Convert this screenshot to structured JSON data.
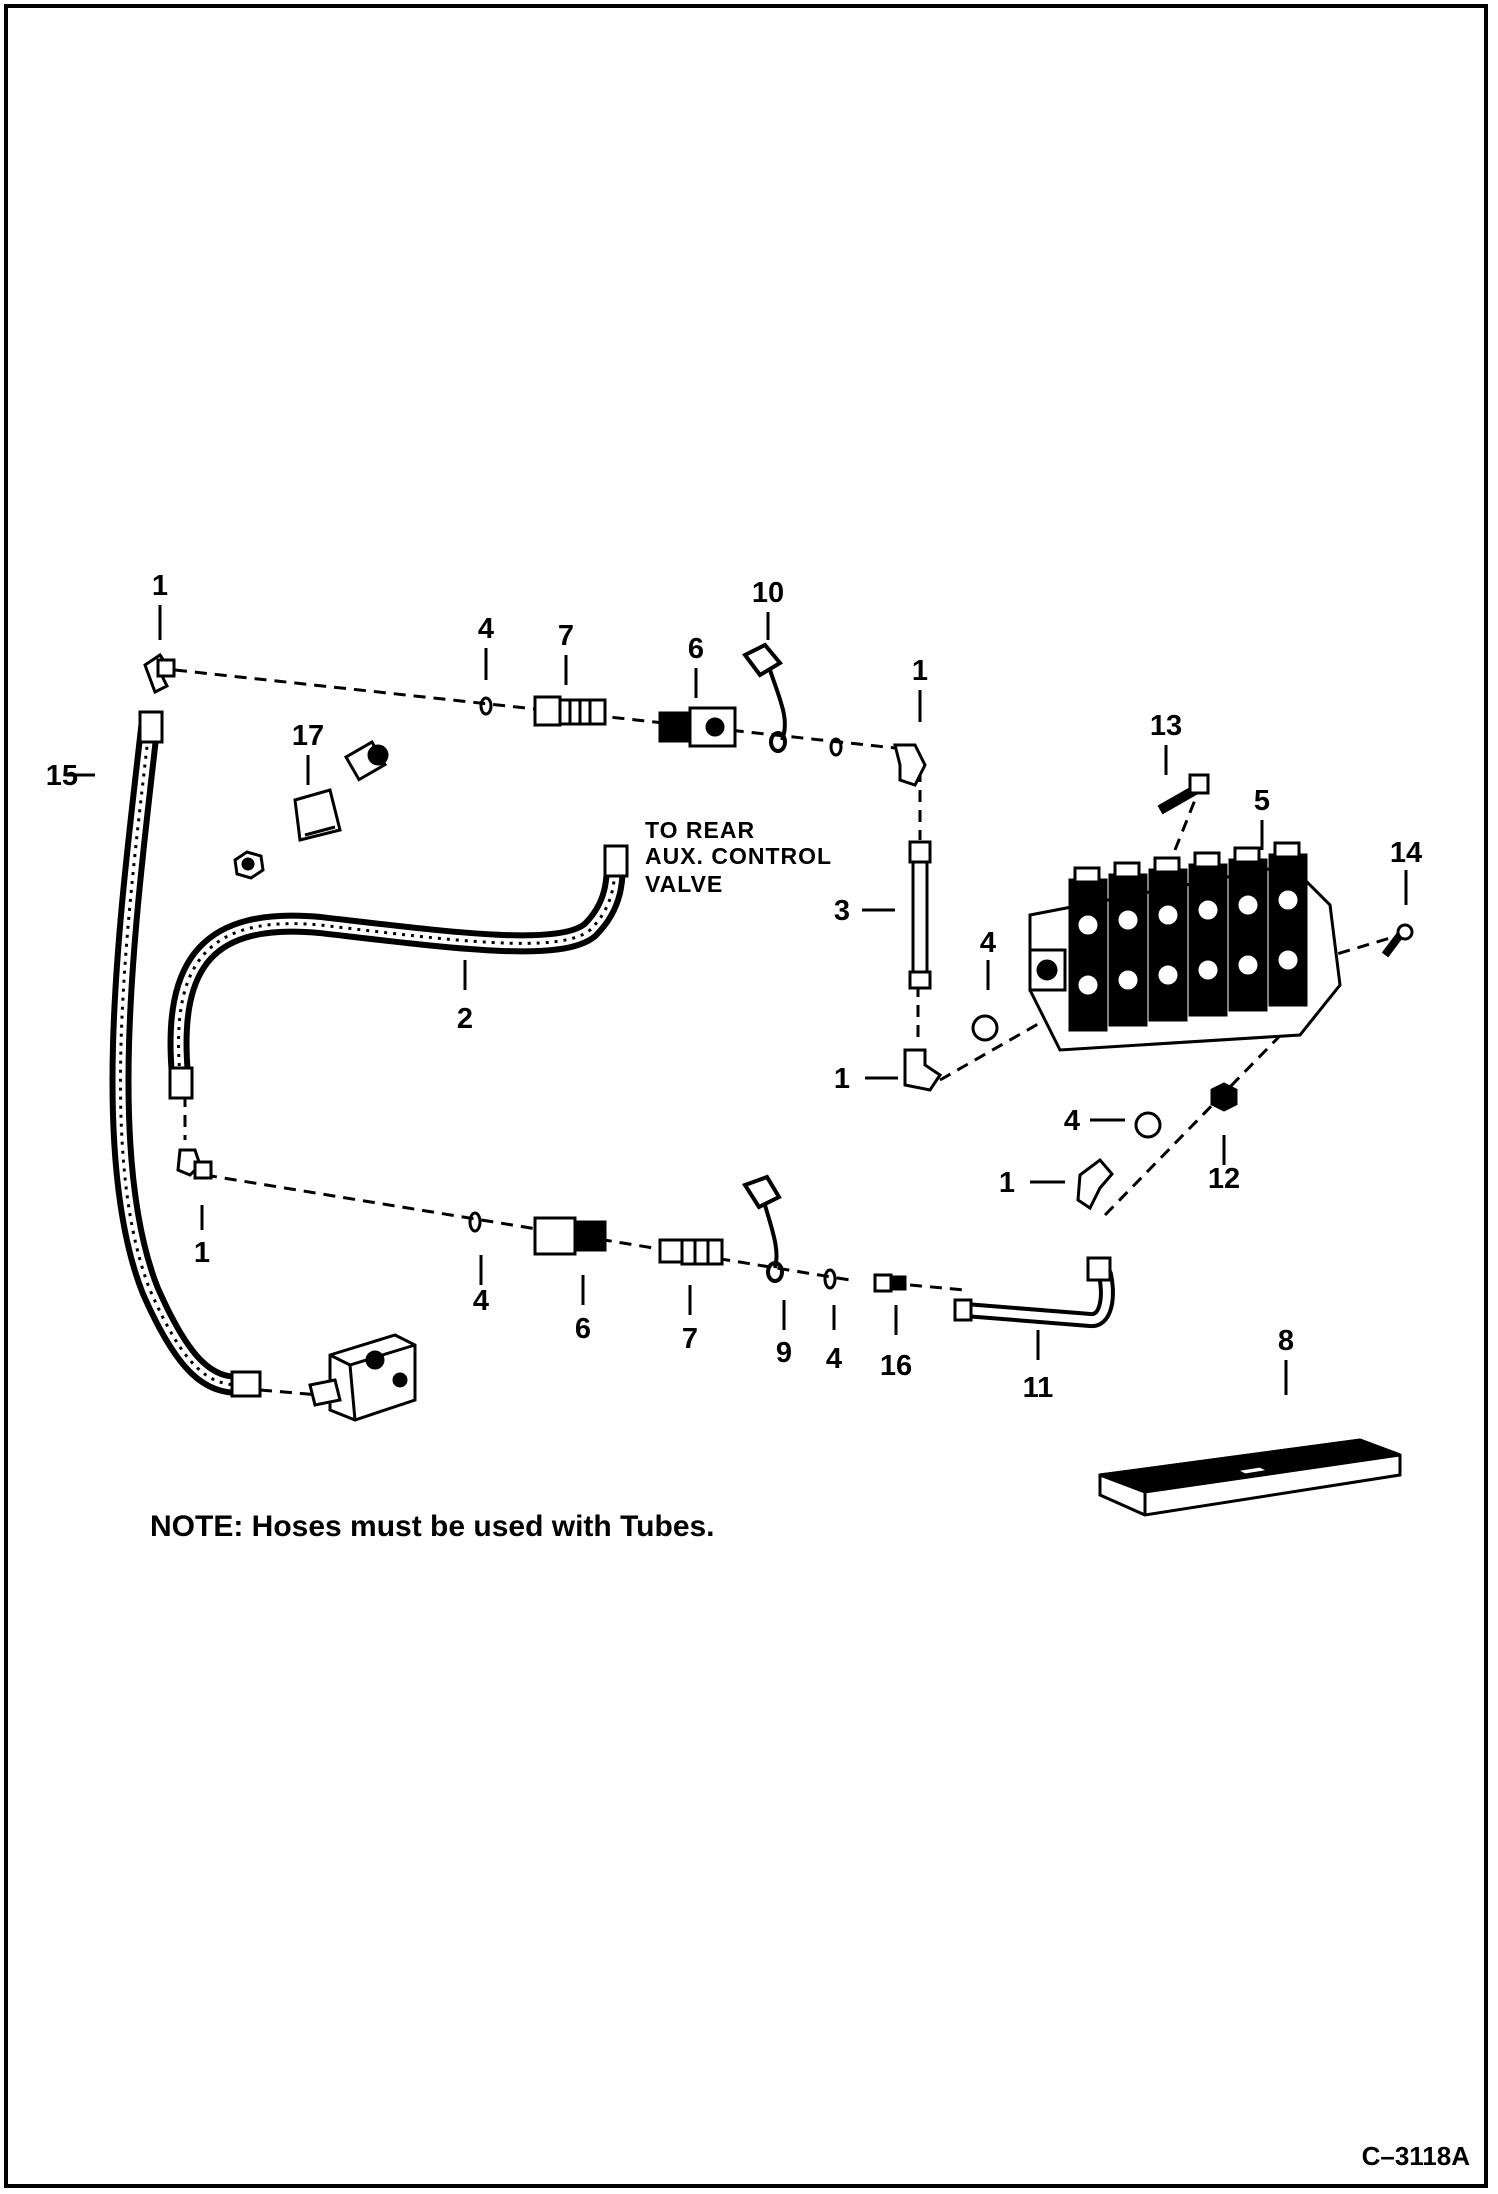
{
  "callouts": {
    "c1a": "1",
    "c1b": "1",
    "c1c": "1",
    "c1d": "1",
    "c1e": "1",
    "c2": "2",
    "c3": "3",
    "c4a": "4",
    "c4b": "4",
    "c4c": "4",
    "c4d": "4",
    "c4e": "4",
    "c5": "5",
    "c6a": "6",
    "c6b": "6",
    "c7a": "7",
    "c7b": "7",
    "c8": "8",
    "c9": "9",
    "c10": "10",
    "c11": "11",
    "c12": "12",
    "c13": "13",
    "c14": "14",
    "c15": "15",
    "c16": "16",
    "c17": "17"
  },
  "hose_label": {
    "line1": "TO REAR",
    "line2": "AUX. CONTROL",
    "line3": "VALVE"
  },
  "note": "NOTE: Hoses must be used with Tubes.",
  "figure_id": "C–3118A"
}
